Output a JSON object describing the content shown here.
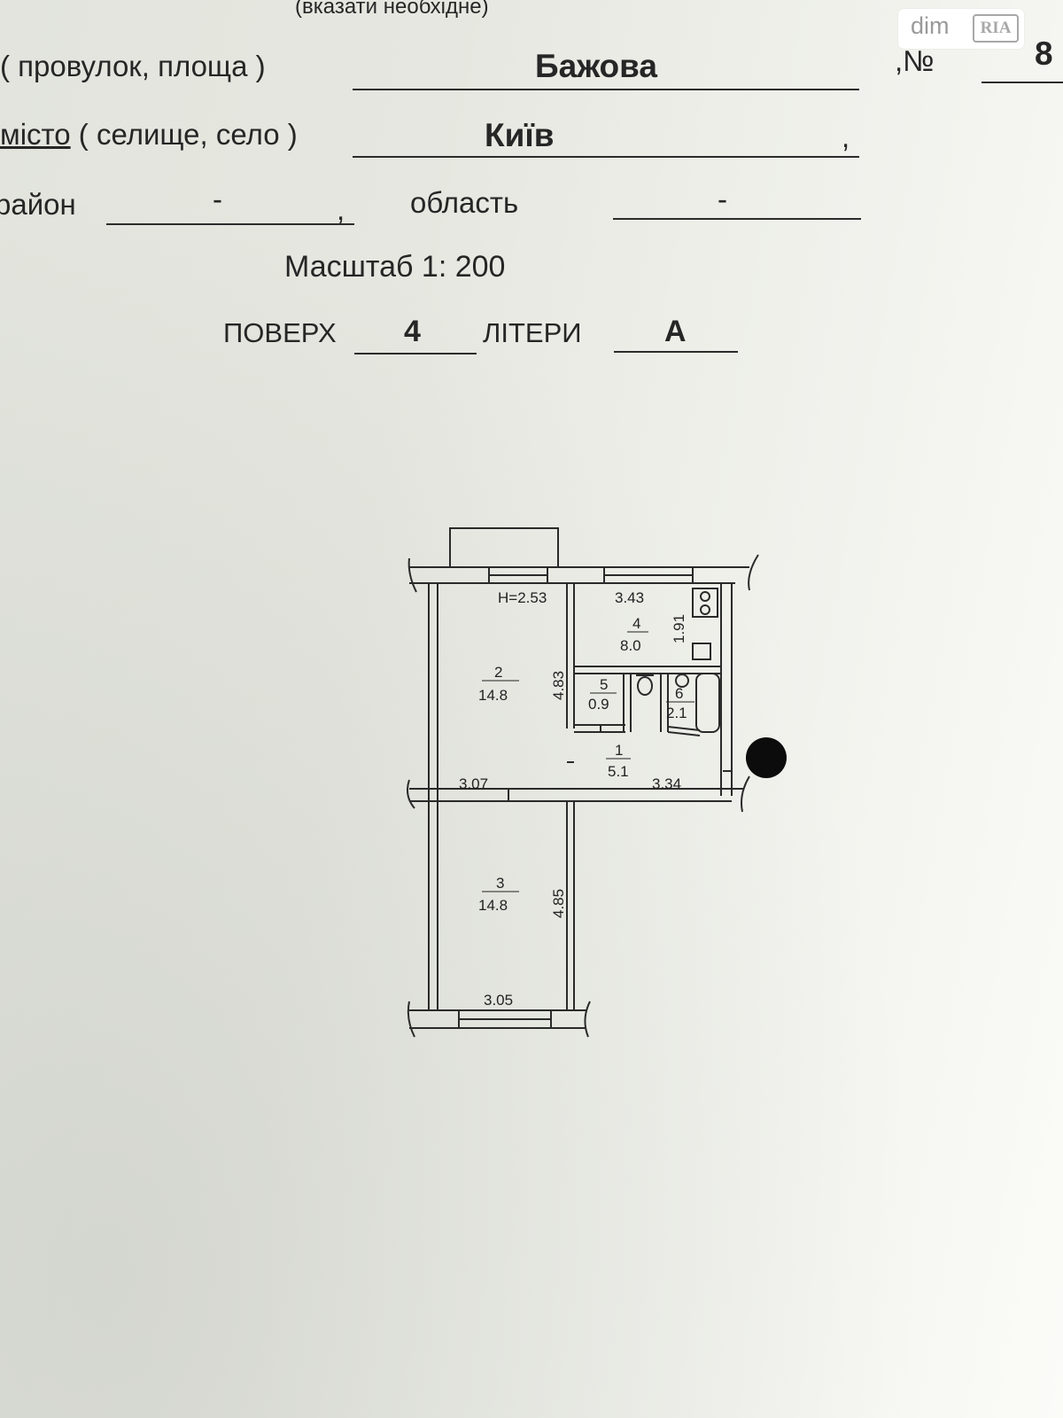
{
  "header": {
    "note": "(вказати необхідне)",
    "street_label": "( провулок, площа )",
    "street_value": "Бажова",
    "number_label": ",№",
    "number_value": "8",
    "city_label_main": "місто",
    "city_label_rest": "( селище, село )",
    "city_value": "Київ",
    "city_comma": ",",
    "district_label": "район",
    "district_value": "-",
    "district_comma": ",",
    "region_label": "область",
    "region_value": "-",
    "scale": "Масштаб 1: 200",
    "floor_label": "ПОВЕРХ",
    "floor_value": "4",
    "letters_label": "ЛІТЕРИ",
    "letters_value": "А"
  },
  "watermark": {
    "text": "dim",
    "badge": "RIA"
  },
  "plan": {
    "ceiling_height": "H=2.53",
    "rooms": [
      {
        "number": "1",
        "area": "5.1"
      },
      {
        "number": "2",
        "area": "14.8"
      },
      {
        "number": "3",
        "area": "14.8"
      },
      {
        "number": "4",
        "area": "8.0"
      },
      {
        "number": "5",
        "area": "0.9"
      },
      {
        "number": "6",
        "area": "2.1"
      }
    ],
    "dimensions": [
      "3.43",
      "1.91",
      "4.83",
      "3.07",
      "3.34",
      "4.85",
      "3.05"
    ]
  }
}
